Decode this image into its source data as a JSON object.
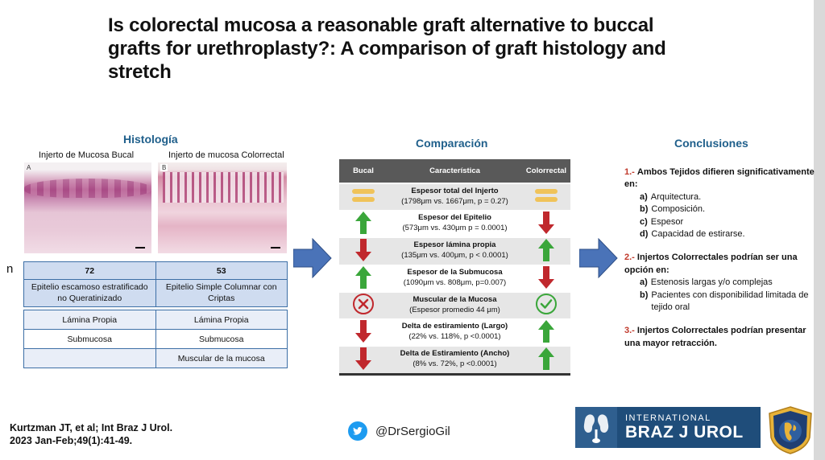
{
  "title": "Is colorectal mucosa a reasonable graft alternative to buccal grafts for urethroplasty?: A comparison of graft histology and stretch",
  "histology": {
    "heading": "Histología",
    "image_a_label": "Injerto de Mucosa Bucal",
    "image_b_label": "Injerto de mucosa Colorrectal",
    "image_a_tag": "A",
    "image_b_tag": "B",
    "n_label": "n",
    "table": {
      "n": [
        "72",
        "53"
      ],
      "rows": [
        [
          "Epitelio escamoso estratificado no Queratinizado",
          "Epitelio Simple Columnar con Criptas"
        ],
        [
          "Lámina Propia",
          "Lámina Propia"
        ],
        [
          "Submucosa",
          "Submucosa"
        ],
        [
          "",
          "Muscular de la mucosa"
        ]
      ]
    }
  },
  "comparison": {
    "heading": "Comparación",
    "columns": [
      "Bucal",
      "Característica",
      "Colorrectal"
    ],
    "rows": [
      {
        "name": "Espesor total del Injerto",
        "detail": "(1798μm vs. 1667μm, p = 0.27)",
        "bucal": "equal",
        "colorrectal": "equal"
      },
      {
        "name": "Espesor del Epitelio",
        "detail": "(573μm vs. 430μm p = 0.0001)",
        "bucal": "up",
        "colorrectal": "down"
      },
      {
        "name": "Espesor lámina propia",
        "detail": "(135μm vs. 400μm, p < 0.0001)",
        "bucal": "down",
        "colorrectal": "up"
      },
      {
        "name": "Espesor de la Submucosa",
        "detail": "(1090μm vs. 808μm, p=0.007)",
        "bucal": "up",
        "colorrectal": "down"
      },
      {
        "name": "Muscular de la Mucosa",
        "detail": "(Espesor promedio 44 μm)",
        "bucal": "absent",
        "colorrectal": "present"
      },
      {
        "name": "Delta de estiramiento (Largo)",
        "detail": "(22% vs. 118%, p <0.0001)",
        "bucal": "down",
        "colorrectal": "up"
      },
      {
        "name": "Delta de Estiramiento (Ancho)",
        "detail": "(8% vs. 72%, p <0.0001)",
        "bucal": "down",
        "colorrectal": "up"
      }
    ]
  },
  "conclusions": {
    "heading": "Conclusiones",
    "items": [
      {
        "num": "1.-",
        "head": "Ambos Tejidos difieren significativamente en:",
        "subs": [
          {
            "letter": "a)",
            "text": "Arquitectura."
          },
          {
            "letter": "b)",
            "text": "Composición."
          },
          {
            "letter": "c)",
            "text": "Espesor"
          },
          {
            "letter": "d)",
            "text": "Capacidad de estirarse."
          }
        ]
      },
      {
        "num": "2.-",
        "head": "Injertos Colorrectales podrían ser una opción en:",
        "subs": [
          {
            "letter": "a)",
            "text": " Estenosis largas y/o complejas"
          },
          {
            "letter": "b)",
            "text": "Pacientes con disponibilidad limitada de tejido oral"
          }
        ]
      },
      {
        "num": "3.-",
        "head": "Injertos Colorrectales podrían presentar una mayor retracción.",
        "subs": []
      }
    ]
  },
  "footer": {
    "citation_line1": "Kurtzman JT, et al; Int Braz J Urol.",
    "citation_line2": "2023 Jan-Feb;49(1):41-49.",
    "twitter_handle": "@DrSergioGil",
    "logo_line1": "INTERNATIONAL",
    "logo_line2": "BRAZ J UROL"
  },
  "icons": {
    "twitter": "twitter-bird-icon",
    "logo_mark": "kidney-logo-icon",
    "seal": "confederacion-americana-urologia-seal"
  },
  "colors": {
    "up_arrow": "#3aa63a",
    "down_arrow": "#c0282d",
    "equal": "#f0c35a",
    "flow_arrow": "#4a73b8",
    "heading": "#1f5f8b",
    "table_header": "#595959"
  }
}
